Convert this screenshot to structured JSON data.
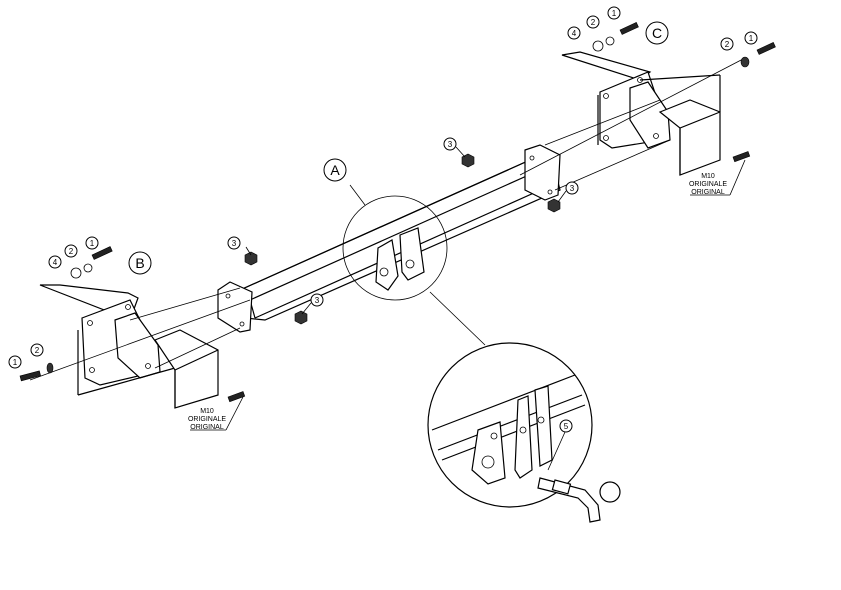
{
  "assembly_labels": {
    "a": "A",
    "b": "B",
    "c": "C"
  },
  "part_numbers": {
    "p1": "1",
    "p2": "2",
    "p3": "3",
    "p4": "4",
    "p5": "5"
  },
  "notes": {
    "left": {
      "line1": "M10",
      "line2": "ORIGINALE",
      "line3": "ORIGINAL"
    },
    "right": {
      "line1": "M10",
      "line2": "ORIGINALE",
      "line3": "ORIGINAL"
    }
  }
}
